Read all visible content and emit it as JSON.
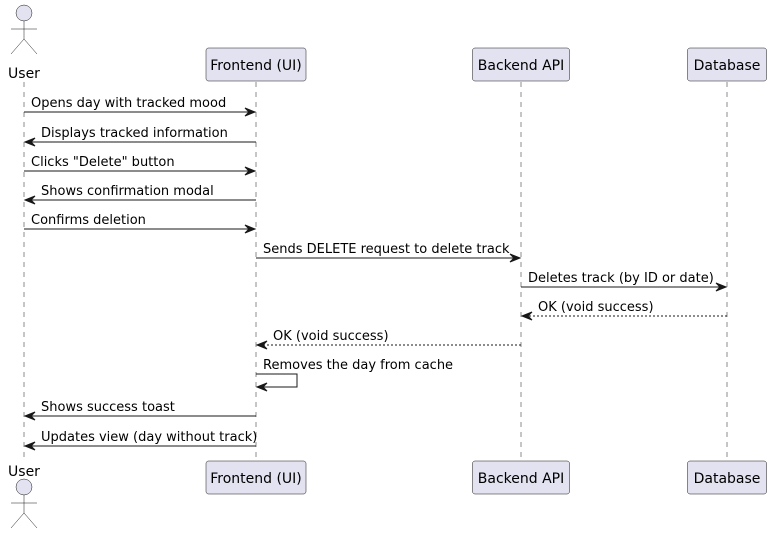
{
  "participants": [
    {
      "id": "user",
      "label": "User",
      "kind": "actor"
    },
    {
      "id": "frontend",
      "label": "Frontend (UI)",
      "kind": "participant"
    },
    {
      "id": "backend",
      "label": "Backend API",
      "kind": "participant"
    },
    {
      "id": "database",
      "label": "Database",
      "kind": "participant"
    }
  ],
  "messages": [
    {
      "from": "user",
      "to": "frontend",
      "label": "Opens day with tracked mood",
      "style": "solid"
    },
    {
      "from": "frontend",
      "to": "user",
      "label": "Displays tracked information",
      "style": "solid"
    },
    {
      "from": "user",
      "to": "frontend",
      "label": "Clicks \"Delete\" button",
      "style": "solid"
    },
    {
      "from": "frontend",
      "to": "user",
      "label": "Shows confirmation modal",
      "style": "solid"
    },
    {
      "from": "user",
      "to": "frontend",
      "label": "Confirms deletion",
      "style": "solid"
    },
    {
      "from": "frontend",
      "to": "backend",
      "label": "Sends DELETE request to delete track",
      "style": "solid"
    },
    {
      "from": "backend",
      "to": "database",
      "label": "Deletes track (by ID or date)",
      "style": "solid"
    },
    {
      "from": "database",
      "to": "backend",
      "label": "OK (void success)",
      "style": "dashed"
    },
    {
      "from": "backend",
      "to": "frontend",
      "label": "OK (void success)",
      "style": "dashed"
    },
    {
      "from": "frontend",
      "to": "frontend",
      "label": "Removes the day from cache",
      "style": "solid"
    },
    {
      "from": "frontend",
      "to": "user",
      "label": "Shows success toast",
      "style": "solid"
    },
    {
      "from": "frontend",
      "to": "user",
      "label": "Updates view (day without track)",
      "style": "solid"
    }
  ],
  "colors": {
    "participant_fill": "#E2E2F0",
    "line": "#181818",
    "text": "#000000",
    "background": "#FFFFFF"
  }
}
